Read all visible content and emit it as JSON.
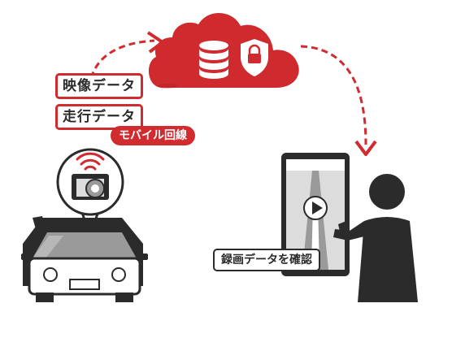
{
  "labels": {
    "video_data": "映像データ",
    "driving_data": "走行データ",
    "mobile_line": "モバイル回線",
    "check_recording": "録画データを確認"
  },
  "colors": {
    "accent_red": "#d12a2f",
    "dark": "#2b2b2b",
    "mid_gray": "#9a9a9a",
    "light_gray": "#dcdcdc",
    "cloud_red": "#cf2a2e"
  },
  "icons": [
    "wifi-icon",
    "camera-icon",
    "cloud-icon",
    "database-icon",
    "lock-shield-icon",
    "car-icon",
    "smartphone-icon",
    "play-icon",
    "person-icon"
  ]
}
